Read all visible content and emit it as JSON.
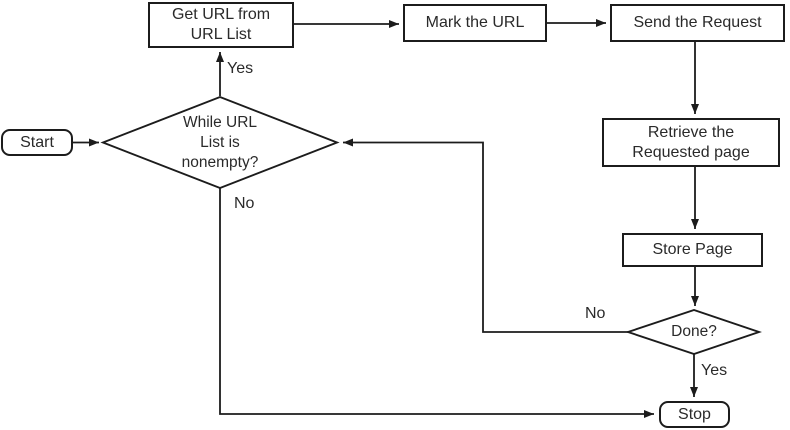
{
  "nodes": {
    "start": {
      "label": "Start",
      "type": "terminator"
    },
    "get_url": {
      "label": "Get URL from\nURL List",
      "type": "process"
    },
    "mark_url": {
      "label": "Mark the URL",
      "type": "process"
    },
    "send_request": {
      "label": "Send the Request",
      "type": "process"
    },
    "retrieve_page": {
      "label": "Retrieve the\nRequested page",
      "type": "process"
    },
    "store_page": {
      "label": "Store Page",
      "type": "process"
    },
    "while_check": {
      "label": "While URL\nList is\nnonempty?",
      "type": "decision"
    },
    "done_check": {
      "label": "Done?",
      "type": "decision"
    },
    "stop": {
      "label": "Stop",
      "type": "terminator"
    }
  },
  "edge_labels": {
    "while_yes": "Yes",
    "while_no": "No",
    "done_no": "No",
    "done_yes": "Yes"
  },
  "colors": {
    "line": "#1c1c1c",
    "text": "#2a2a2a",
    "background": "#ffffff"
  }
}
